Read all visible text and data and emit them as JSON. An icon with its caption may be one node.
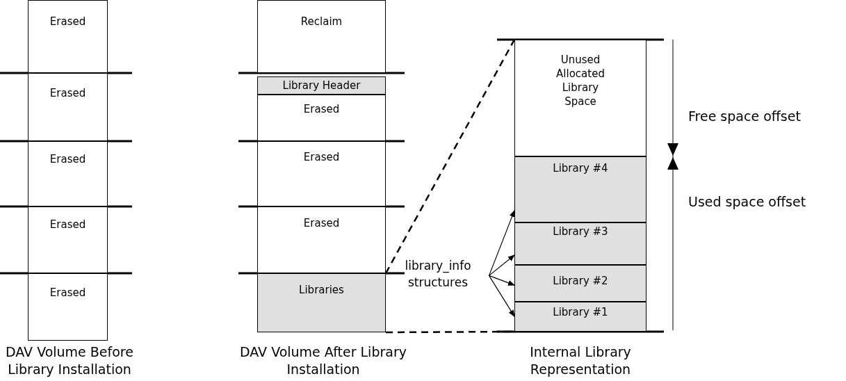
{
  "diagram": {
    "nodes": [
      {
        "text": [
          "Erased"
        ]
      },
      {
        "text": [
          "Erased"
        ]
      },
      {
        "text": [
          "Erased"
        ]
      },
      {
        "text": [
          "Erased"
        ]
      },
      {
        "text": [
          "Erased"
        ]
      },
      {
        "text": [
          "Reclaim"
        ]
      },
      {
        "text": [
          "Library Header"
        ]
      },
      {
        "text": [
          "Erased"
        ]
      },
      {
        "text": [
          "Erased"
        ]
      },
      {
        "text": [
          "Erased"
        ]
      },
      {
        "text": [
          "Libraries"
        ]
      },
      {
        "text": [
          "Unused Allocated Library Space"
        ]
      },
      {
        "text": [
          "Library #4"
        ]
      },
      {
        "text": [
          "Library #3"
        ]
      },
      {
        "text": [
          "Library #2"
        ]
      },
      {
        "text": [
          "Library #1"
        ]
      },
      {
        "text": [
          "library_info structures"
        ]
      }
    ],
    "edges": [
      {
        "from": 10,
        "to": 11,
        "arrow": "none",
        "style": "dashed"
      },
      {
        "from": 10,
        "to": 15,
        "arrow": "none",
        "style": "dashed"
      },
      {
        "from": 16,
        "to": 12,
        "arrow": "to"
      },
      {
        "from": 16,
        "to": 13,
        "arrow": "to"
      },
      {
        "from": 16,
        "to": 14,
        "arrow": "to"
      },
      {
        "from": 16,
        "to": 15,
        "arrow": "to"
      }
    ],
    "labels": [
      "Free space offset",
      "Used space offset",
      "DAV Volume Before Library Installation",
      "DAV Volume After Library Installation",
      "Internal Library Representation"
    ]
  }
}
